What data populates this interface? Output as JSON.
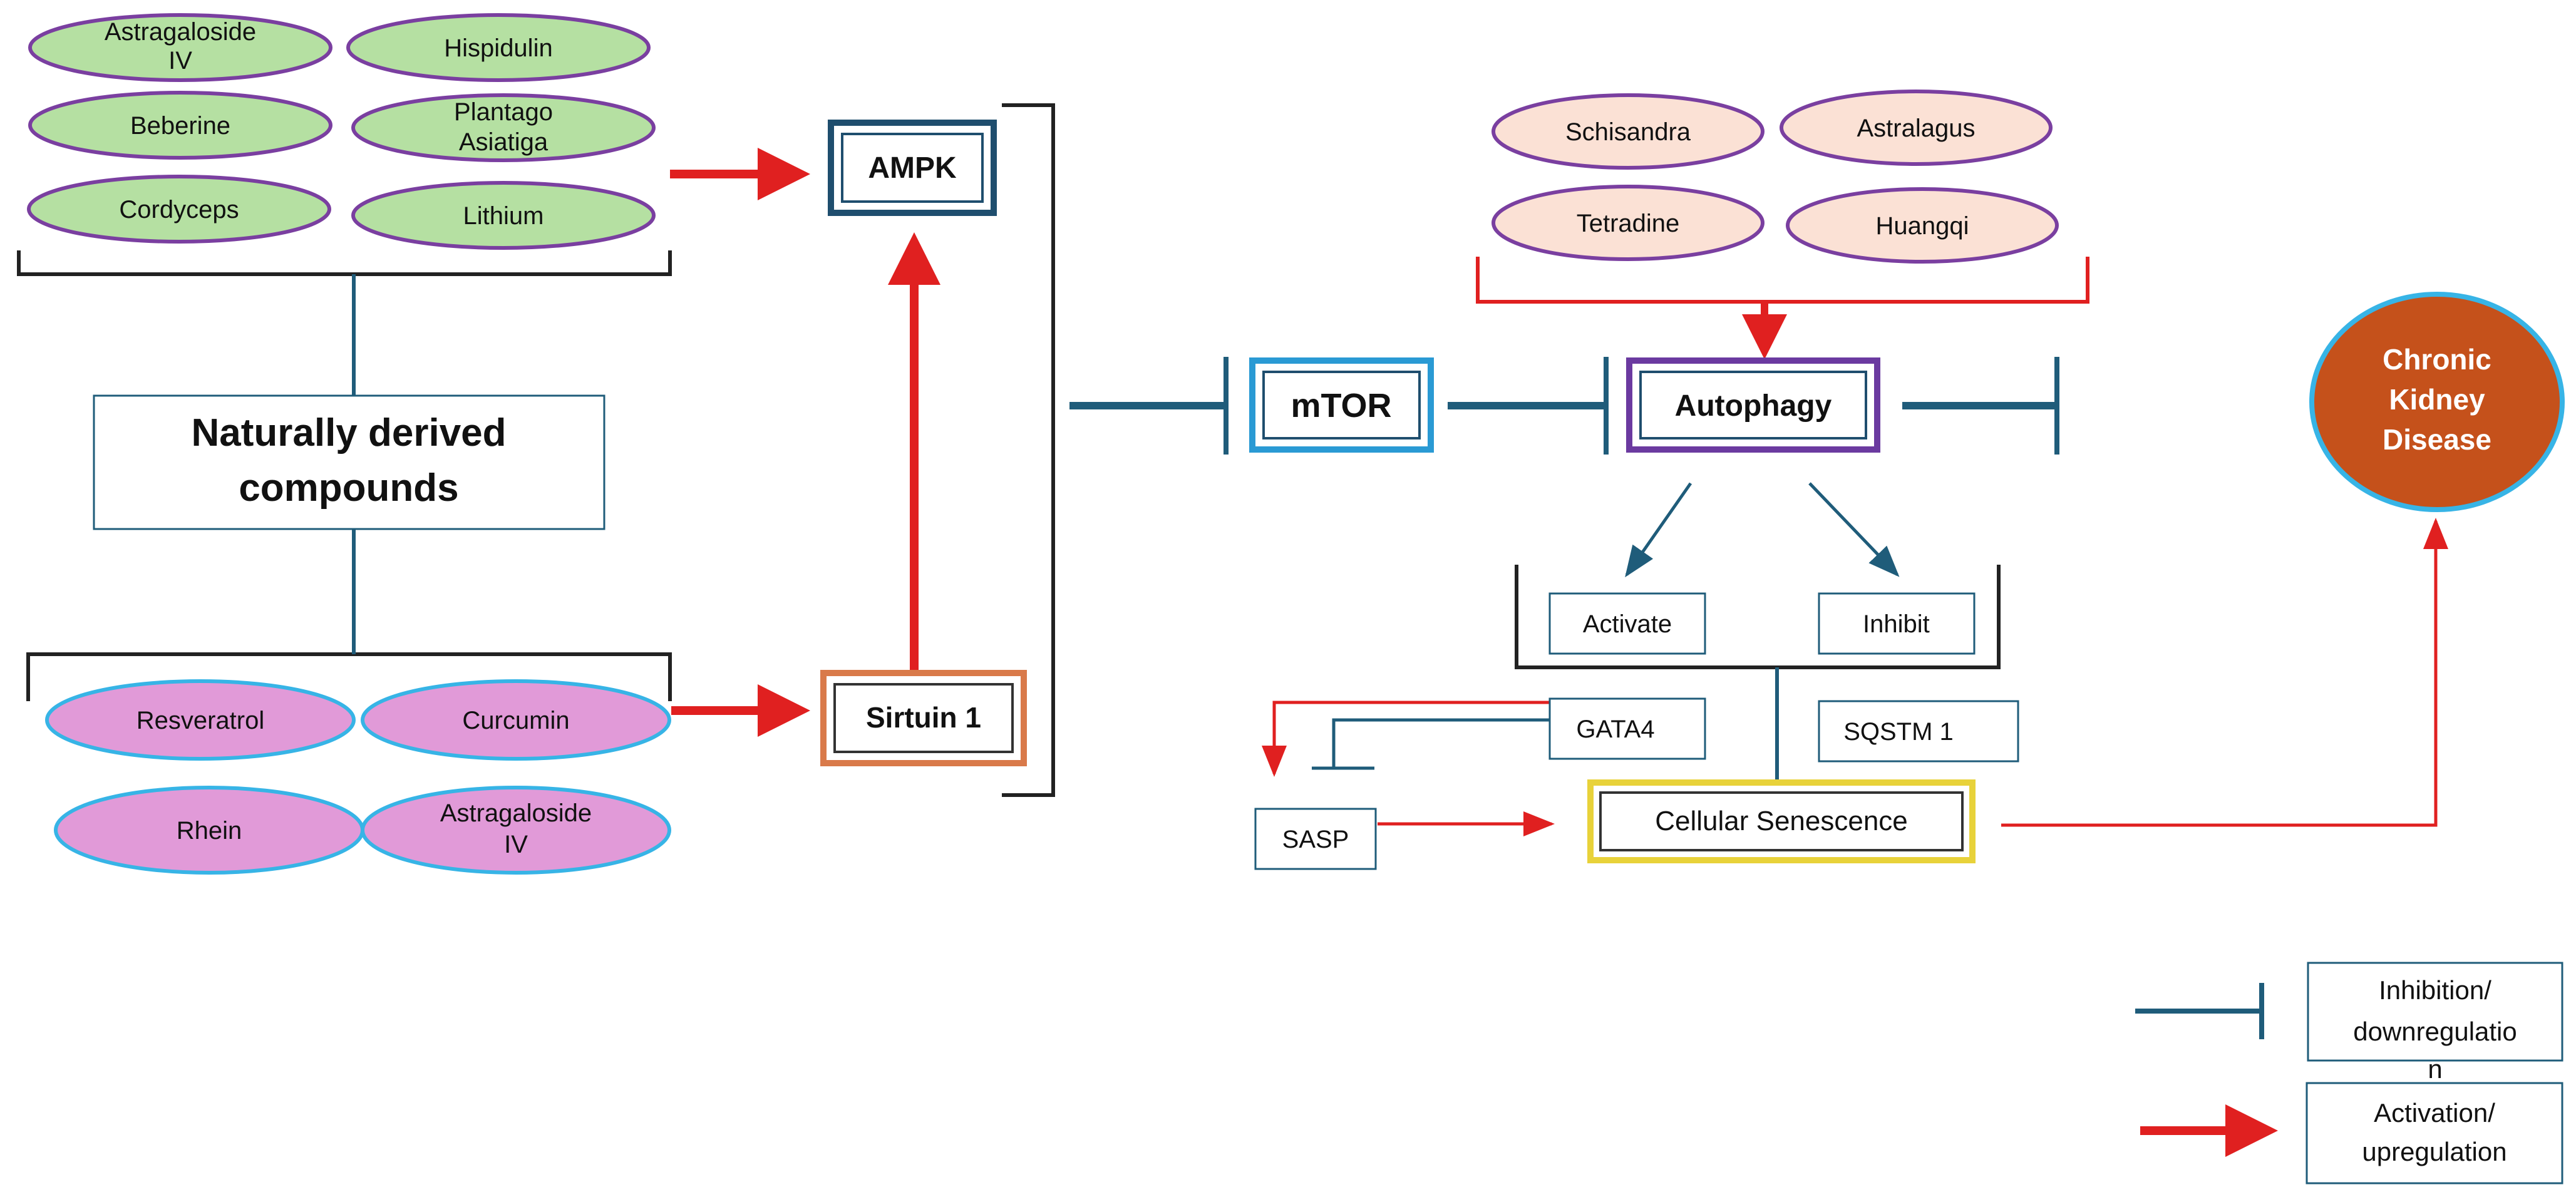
{
  "compounds": {
    "green": [
      [
        "Astragaloside",
        "IV"
      ],
      [
        "Hispidulin"
      ],
      [
        "Beberine"
      ],
      [
        "Plantago",
        "Asiatiga"
      ],
      [
        "Cordyceps"
      ],
      [
        "Lithium"
      ]
    ],
    "pink": [
      [
        "Resveratrol"
      ],
      [
        "Curcumin"
      ],
      [
        "Rhein"
      ],
      [
        "Astragaloside",
        "IV"
      ]
    ],
    "peach": [
      [
        "Schisandra"
      ],
      [
        "Astralagus"
      ],
      [
        "Tetradine"
      ],
      [
        "Huangqi"
      ]
    ]
  },
  "nodes": {
    "natural": [
      "Naturally derived",
      "compounds"
    ],
    "ampk": "AMPK",
    "sirtuin": "Sirtuin 1",
    "mtor": "mTOR",
    "autophagy": "Autophagy",
    "activate": "Activate",
    "inhibit": "Inhibit",
    "gata4": "GATA4",
    "sqstm1": "SQSTM 1",
    "sasp": "SASP",
    "senescence": "Cellular Senescence",
    "ckd": [
      "Chronic",
      "Kidney",
      "Disease"
    ]
  },
  "legend": {
    "inhibition": [
      "Inhibition/",
      "downregulatio",
      "n"
    ],
    "activation": [
      "Activation/",
      "upregulation"
    ]
  },
  "colors": {
    "teal": "#1f5c7a",
    "red": "#e02020",
    "green_fill": "#b5e0a2",
    "green_border": "#7a3fa0",
    "pink_fill": "#e19ad8",
    "pink_border": "#37b4e6",
    "peach_fill": "#fbe1d5",
    "peach_border": "#7a3fa0",
    "ampk_border": "#1f4e6e",
    "sirtuin_border": "#d97a4a",
    "mtor_border": "#2a9ad4",
    "autophagy_border": "#6b3aa0",
    "senescence_border": "#e8d23a",
    "ckd_fill": "#c5511b",
    "ckd_border": "#37b4e6"
  }
}
